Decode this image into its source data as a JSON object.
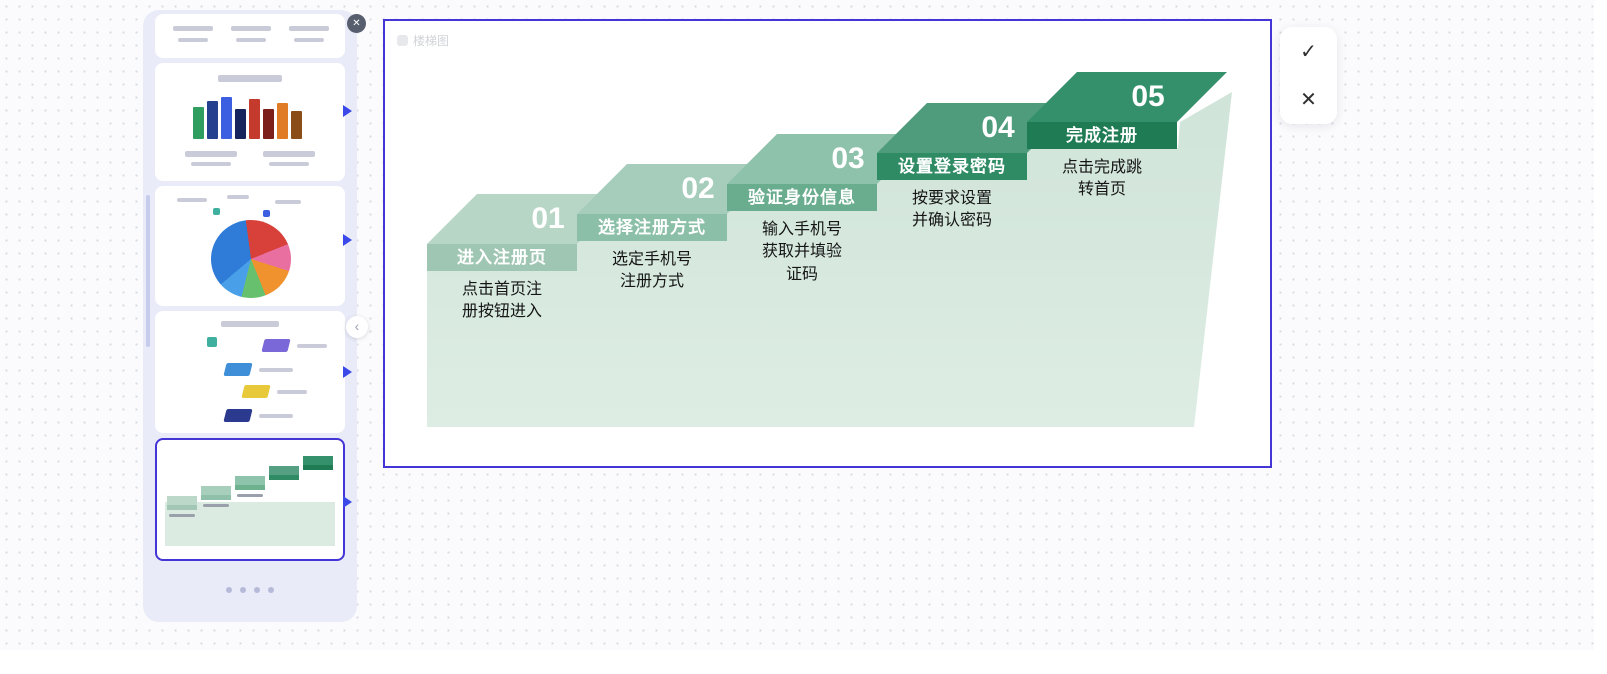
{
  "left_panel": {
    "close_icon": "✕",
    "collapse_icon": "‹",
    "selected_template_index": 4,
    "pagination": {
      "dots": 4
    }
  },
  "canvas": {
    "watermark": "楼梯图",
    "selection_color": "#4335d6",
    "diagram": {
      "type": "stair-step-diagram",
      "platform_color": "#d3e6db",
      "steps": [
        {
          "number": "01",
          "title": "进入注册页",
          "desc": "点击首页注\n册按钮进入",
          "tread_color": "#b8d6c6",
          "label_color": "#9fc6b2"
        },
        {
          "number": "02",
          "title": "选择注册方式",
          "desc": "选定手机号\n注册方式",
          "tread_color": "#a6cdbb",
          "label_color": "#8bbfa8"
        },
        {
          "number": "03",
          "title": "验证身份信息",
          "desc": "输入手机号\n获取并填验\n证码",
          "tread_color": "#8fc2ab",
          "label_color": "#69ad8e"
        },
        {
          "number": "04",
          "title": "设置登录密码",
          "desc": "按要求设置\n并确认密码",
          "tread_color": "#4f9c7c",
          "label_color": "#2e8b64"
        },
        {
          "number": "05",
          "title": "完成注册",
          "desc": "点击完成跳\n转首页",
          "tread_color": "#33906a",
          "label_color": "#1e7b53"
        }
      ]
    }
  },
  "review_bar": {
    "accept_icon": "✓",
    "reject_icon": "✕"
  }
}
